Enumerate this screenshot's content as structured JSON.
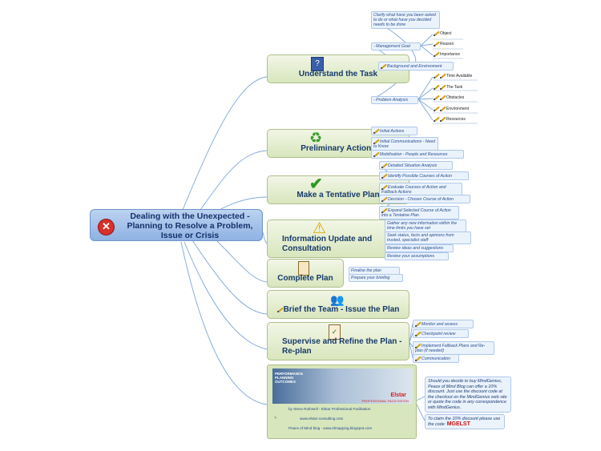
{
  "root": {
    "title": "Dealing with the Unexpected - Planning to Resolve a Problem, Issue or Crisis"
  },
  "branches": [
    {
      "title": "Understand the Task"
    },
    {
      "title": "Preliminary Actions"
    },
    {
      "title": "Make a Tentative Plan"
    },
    {
      "title": "Information Update and Consultation"
    },
    {
      "title": "Complete Plan"
    },
    {
      "title": "Brief the Team - Issue the Plan"
    },
    {
      "title": "Supervise and Refine the Plan - Re-plan"
    }
  ],
  "understand": {
    "clarify": "Clarify what have you been asked to do or what have you decided needs to be done",
    "management_goal": "Management Goal",
    "goal_items": [
      "Object",
      "Reason",
      "Importance"
    ],
    "background": "Background and Environment",
    "problem_analysis": "Problem Analysis",
    "analysis_items": [
      "Time Available",
      "The Task",
      "Obstacles",
      "Environment",
      "Resources"
    ]
  },
  "preliminary": {
    "items": [
      "Initial Actions",
      "Initial Communications - Need to Know",
      "Mobilisation - People and Resources"
    ]
  },
  "tentative": {
    "items": [
      "Detailed Situation Analysis",
      "Identify Possible Courses of Action",
      "Evaluate Courses of Action and Fallback Actions",
      "Decision - Chosen Course of Action",
      "Expand Selected Course of Action into a Tentative Plan"
    ]
  },
  "information": {
    "items": [
      "Gather any new information within the time limits you have set",
      "Seek status, facts and opinions from trusted, specialist staff",
      "Review ideas and suggestions",
      "Review your assumptions"
    ]
  },
  "complete": {
    "items": [
      "Finalise the plan",
      "Prepare your briefing"
    ]
  },
  "supervise": {
    "items": [
      "Monitor and assess",
      "Checkpoint review",
      "Implement Fallback Plans and Re-plan (if needed)",
      "Communication"
    ]
  },
  "banner": {
    "tag": "PERFORMANCE PLANNING OUTCOMES",
    "brand": "Elstar",
    "brand_sub": "PROFESSIONAL FACILITATION",
    "byline": "by Steve Rothwell - Elstar Professional Facilitation",
    "site1": "www.elstar-consulting.com",
    "site2": "Peace of Mind blog - www.elmapping.blogspot.com"
  },
  "notes": {
    "offer": "Should you decide to buy MindGenius, Peace of Mind Blog can offer a 10% discount. Just use the discount code at the checkout on the MindGenius web site or quote the code in any correspondence with MindGenius.",
    "claim": "To claim the 10% discount please use the code:",
    "code": "MGELST"
  },
  "colors": {
    "root_fill": "#a8c4ec",
    "branch_fill": "#dfeac9",
    "leaf_fill": "#eaf2fc",
    "line": "#7fa7d8",
    "code": "#d01010"
  },
  "icons": [
    "error-icon",
    "question-book-icon",
    "recycle-icon",
    "checkmark-icon",
    "warning-icon",
    "clipboard-icon",
    "people-icon",
    "checklist-icon",
    "pencil-icon"
  ]
}
